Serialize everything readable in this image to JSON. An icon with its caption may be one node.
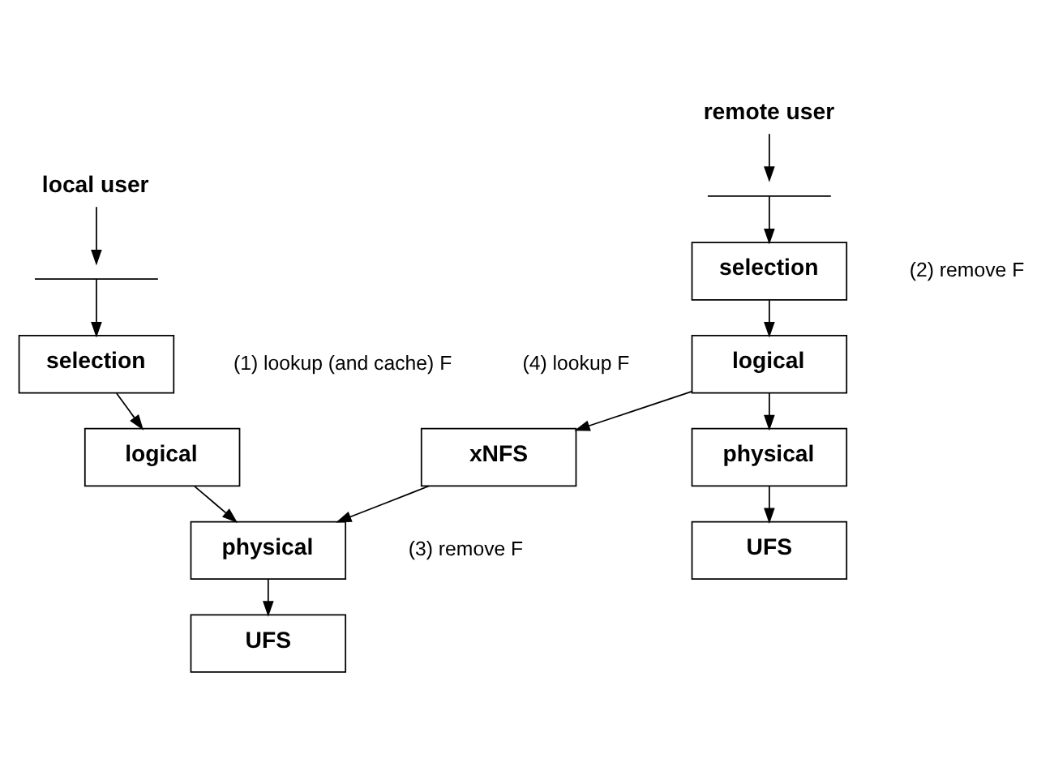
{
  "diagram": {
    "nodes": [
      {
        "text": [
          "local user"
        ]
      },
      {
        "text": [],
        "shape": "curve"
      },
      {
        "text": [
          "selection"
        ],
        "beside": [
          "(1) lookup (and cache) F",
          "(4) lookup F"
        ]
      },
      {
        "text": [
          "logical"
        ]
      },
      {
        "text": [
          "physical"
        ],
        "beside": [
          "(3) remove F"
        ]
      },
      {
        "text": [
          "UFS"
        ]
      },
      {
        "text": [
          "xNFS"
        ]
      },
      {
        "text": [
          "remote user"
        ]
      },
      {
        "text": [],
        "shape": "curve"
      },
      {
        "text": [
          "selection"
        ],
        "beside": [
          "(2) remove F"
        ]
      },
      {
        "text": [
          "logical"
        ]
      },
      {
        "text": [
          "physical"
        ]
      },
      {
        "text": [
          "UFS"
        ]
      }
    ],
    "edges": [
      {
        "from": 0,
        "to": 1,
        "arrow": "to"
      },
      {
        "from": 1,
        "to": 2,
        "arrow": "to"
      },
      {
        "from": 2,
        "to": 3,
        "arrow": "to"
      },
      {
        "from": 3,
        "to": 4,
        "arrow": "to"
      },
      {
        "from": 4,
        "to": 5,
        "arrow": "to"
      },
      {
        "from": 7,
        "to": 8,
        "arrow": "to"
      },
      {
        "from": 8,
        "to": 9,
        "arrow": "to"
      },
      {
        "from": 9,
        "to": 10,
        "arrow": "to"
      },
      {
        "from": 10,
        "to": 11,
        "arrow": "to"
      },
      {
        "from": 11,
        "to": 12,
        "arrow": "to"
      },
      {
        "from": 10,
        "to": 6,
        "arrow": "to"
      },
      {
        "from": 6,
        "to": 4,
        "arrow": "to"
      }
    ]
  }
}
